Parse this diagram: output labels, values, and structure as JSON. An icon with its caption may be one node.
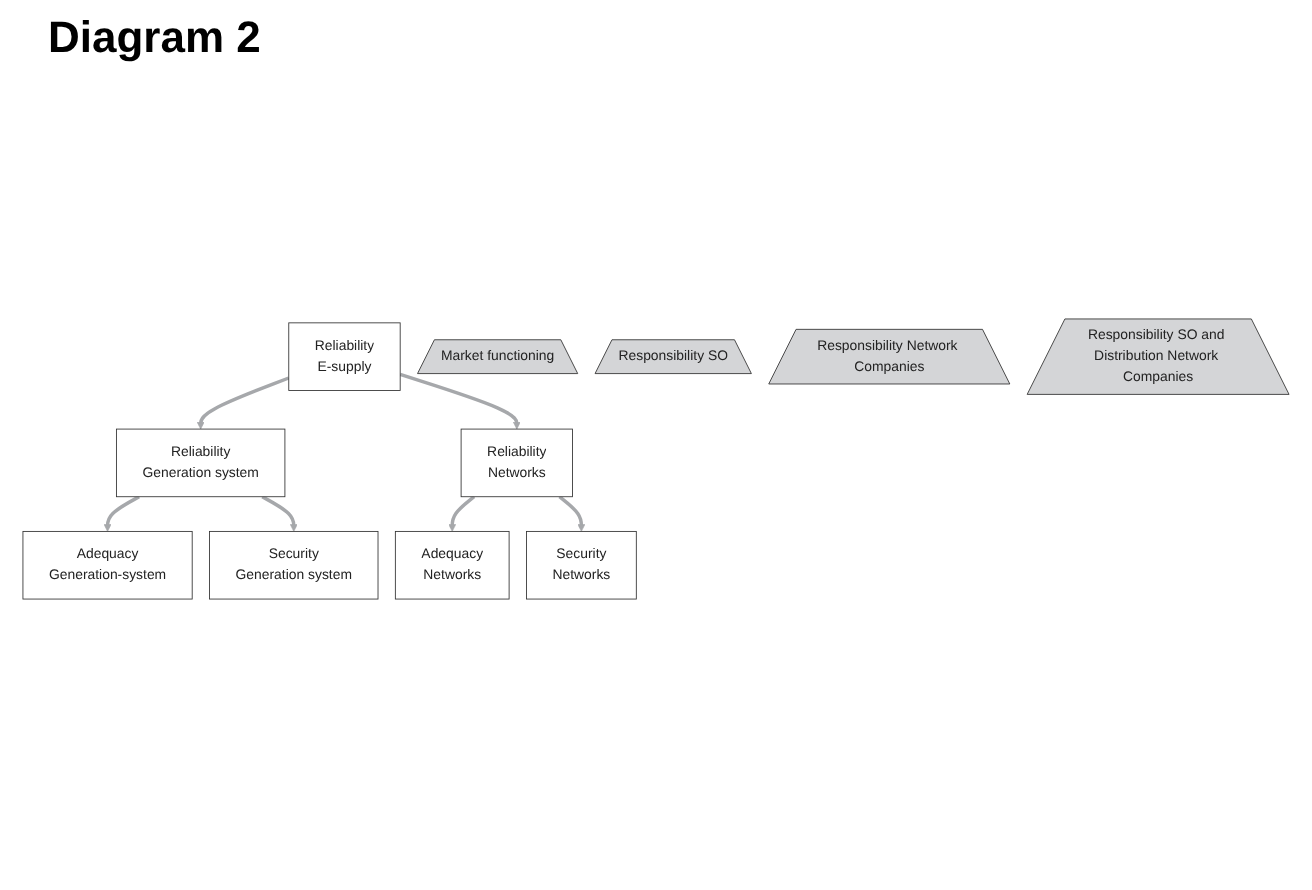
{
  "diagram": {
    "title": "Diagram 2",
    "nodes": [
      {
        "text": [
          "Reliability",
          "E-supply"
        ]
      },
      {
        "text": [
          "Reliability",
          "Generation system"
        ]
      },
      {
        "text": [
          "Reliability",
          "Networks"
        ]
      },
      {
        "text": [
          "Adequacy",
          "Generation-system"
        ]
      },
      {
        "text": [
          "Security",
          "Generation system"
        ]
      },
      {
        "text": [
          "Adequacy",
          "Networks"
        ]
      },
      {
        "text": [
          "Security",
          "Networks"
        ]
      },
      {
        "text": [
          "Market functioning"
        ]
      },
      {
        "text": [
          "Responsibility SO"
        ]
      },
      {
        "text": [
          "Responsibility Network Companies"
        ]
      },
      {
        "text": [
          "Responsibility SO and Distribution Network Companies"
        ]
      }
    ],
    "edges": [
      {
        "from": 0,
        "to": 1,
        "arrow": "to"
      },
      {
        "from": 0,
        "to": 2,
        "arrow": "to"
      },
      {
        "from": 1,
        "to": 3,
        "arrow": "to"
      },
      {
        "from": 1,
        "to": 4,
        "arrow": "to"
      },
      {
        "from": 2,
        "to": 5,
        "arrow": "to"
      },
      {
        "from": 2,
        "to": 6,
        "arrow": "to"
      }
    ]
  }
}
